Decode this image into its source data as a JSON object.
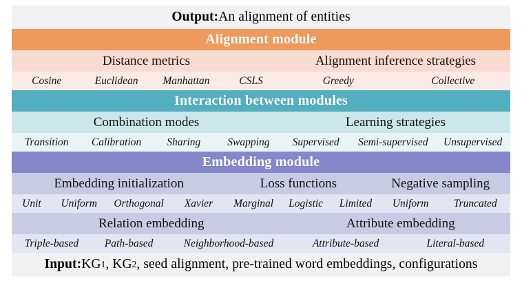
{
  "figure": {
    "output_row": {
      "lead": "Output:",
      "text": " An alignment of entities"
    },
    "input_row": {
      "lead": "Input:",
      "text_a": " KG",
      "sub_a": "1",
      "text_b": ", KG",
      "sub_b": "2",
      "text_c": ", seed alignment, pre-trained word embeddings, configurations"
    },
    "modules": [
      {
        "id": "alignment-module",
        "title": "Alignment module",
        "color": "#ee9a5d",
        "categories": [
          {
            "label": "Distance metrics",
            "width": 54
          },
          {
            "label": "Alignment inference strategies",
            "width": 46
          }
        ],
        "leaves": [
          {
            "label": "Cosine",
            "width": 14
          },
          {
            "label": "Euclidean",
            "width": 14
          },
          {
            "label": "Manhattan",
            "width": 14
          },
          {
            "label": "CSLS",
            "width": 12
          },
          {
            "label": "Greedy",
            "width": 23
          },
          {
            "label": "Collective",
            "width": 23
          }
        ]
      },
      {
        "id": "interaction-module",
        "title": "Interaction between modules",
        "color": "#53aec0",
        "categories": [
          {
            "label": "Combination modes",
            "width": 54
          },
          {
            "label": "Learning strategies",
            "width": 46
          }
        ],
        "leaves": [
          {
            "label": "Transition",
            "width": 14
          },
          {
            "label": "Calibration",
            "width": 14
          },
          {
            "label": "Sharing",
            "width": 13
          },
          {
            "label": "Swapping",
            "width": 13
          },
          {
            "label": "Supervised",
            "width": 14
          },
          {
            "label": "Semi-supervised",
            "width": 17
          },
          {
            "label": "Unsupervised",
            "width": 15
          }
        ]
      },
      {
        "id": "embedding-module",
        "title": "Embedding module",
        "color": "#8587cb",
        "categories": [
          {
            "label": "Embedding initialization",
            "width": 43
          },
          {
            "label": "Loss functions",
            "width": 29
          },
          {
            "label": "Negative sampling",
            "width": 28
          }
        ],
        "leaves": [
          {
            "label": "Unit",
            "width": 8
          },
          {
            "label": "Uniform",
            "width": 11
          },
          {
            "label": "Orthogonal",
            "width": 13
          },
          {
            "label": "Xavier",
            "width": 11
          },
          {
            "label": "Marginal",
            "width": 11
          },
          {
            "label": "Logistic",
            "width": 10
          },
          {
            "label": "Limited",
            "width": 10
          },
          {
            "label": "Uniform",
            "width": 12
          },
          {
            "label": "Truncated",
            "width": 14
          }
        ],
        "categories2": [
          {
            "label": "Relation embedding",
            "width": 56
          },
          {
            "label": "Attribute embedding",
            "width": 44
          }
        ],
        "leaves2": [
          {
            "label": "Triple-based",
            "width": 16
          },
          {
            "label": "Path-based",
            "width": 15
          },
          {
            "label": "Neighborhood-based",
            "width": 25
          },
          {
            "label": "Attribute-based",
            "width": 22
          },
          {
            "label": "Literal-based",
            "width": 22
          }
        ]
      }
    ]
  }
}
